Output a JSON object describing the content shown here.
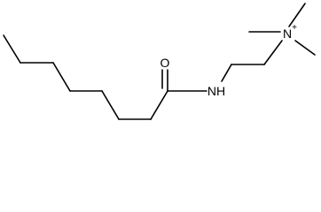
{
  "atoms": {
    "oxygen": "O",
    "amide_nitrogen": "NH",
    "ammonium_nitrogen": "N",
    "ammonium_charge": "+"
  }
}
